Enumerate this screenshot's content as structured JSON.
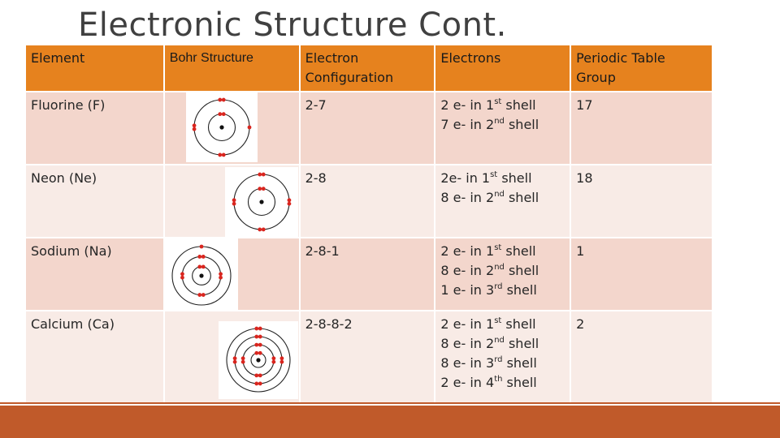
{
  "title": "Electronic Structure Cont.",
  "colors": {
    "header_bg": "#e6821e",
    "row_odd_bg": "#f3d6cc",
    "row_even_bg": "#f8ebe6",
    "footer": "#c05a2a",
    "electron": "#d9251e"
  },
  "table": {
    "headers": {
      "element": "Element",
      "bohr": "Bohr Structure",
      "config": "Electron Configuration",
      "electrons": "Electrons",
      "group": "Periodic Table Group"
    },
    "rows": [
      {
        "element": "Fluorine (F)",
        "config": "2-7",
        "shells": [
          {
            "count": "2 e- in 1",
            "suffix": "st",
            "tail": " shell"
          },
          {
            "count": "7 e- in 2",
            "suffix": "nd",
            "tail": " shell"
          }
        ],
        "group": "17"
      },
      {
        "element": "Neon (Ne)",
        "config": "2-8",
        "shells": [
          {
            "count": "2e- in 1",
            "suffix": "st",
            "tail": " shell"
          },
          {
            "count": "8 e- in 2",
            "suffix": "nd",
            "tail": " shell"
          }
        ],
        "group": "18"
      },
      {
        "element": "Sodium (Na)",
        "config": "2-8-1",
        "shells": [
          {
            "count": "2 e- in 1",
            "suffix": "st",
            "tail": " shell"
          },
          {
            "count": "8 e- in 2",
            "suffix": "nd",
            "tail": " shell"
          },
          {
            "count": "1 e- in 3",
            "suffix": "rd",
            "tail": " shell"
          }
        ],
        "group": "1"
      },
      {
        "element": "Calcium (Ca)",
        "config": "2-8-8-2",
        "shells": [
          {
            "count": "2 e- in 1",
            "suffix": "st",
            "tail": " shell"
          },
          {
            "count": "8 e- in 2",
            "suffix": "nd",
            "tail": " shell"
          },
          {
            "count": "8 e- in 3",
            "suffix": "rd",
            "tail": " shell"
          },
          {
            "count": "2 e- in 4",
            "suffix": "th",
            "tail": " shell"
          }
        ],
        "group": "2"
      }
    ]
  }
}
